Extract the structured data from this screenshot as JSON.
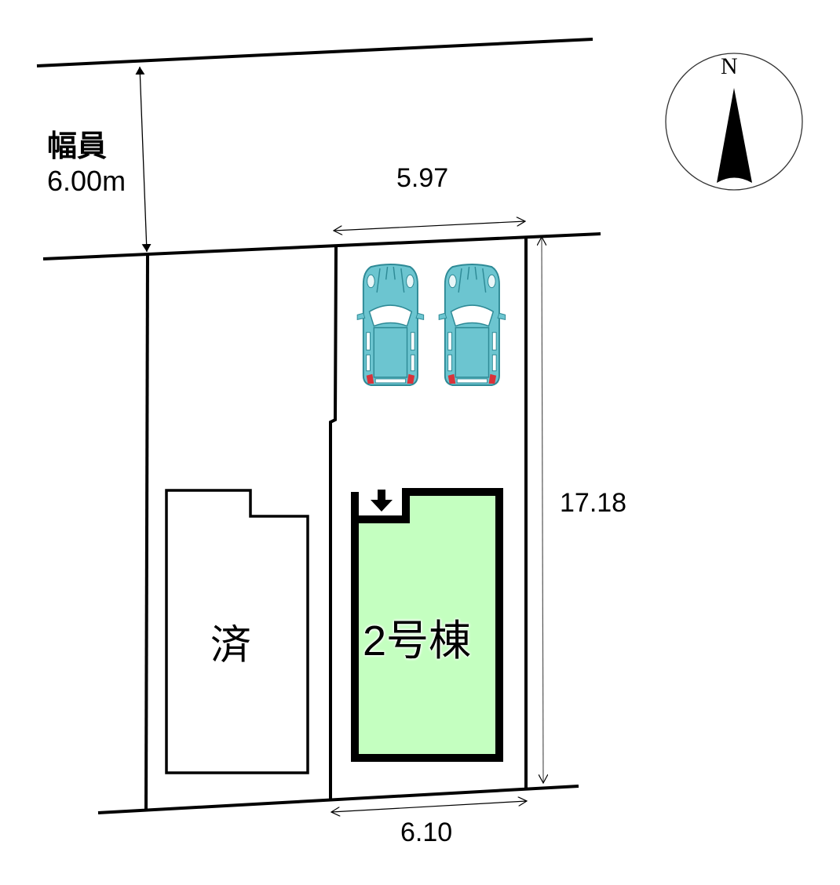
{
  "road": {
    "label": "幅員",
    "width": "6.00m"
  },
  "dimensions": {
    "frontage_top": "5.97",
    "frontage_bottom": "6.10",
    "depth_right": "17.18"
  },
  "compass": {
    "label": "N"
  },
  "lots": {
    "neighbor_label": "済",
    "subject_label": "2号棟"
  },
  "parking": {
    "car_count": 2,
    "car_color": "#6cc5d0"
  },
  "colors": {
    "building_fill": "#c4ffc0",
    "line": "#000000"
  }
}
